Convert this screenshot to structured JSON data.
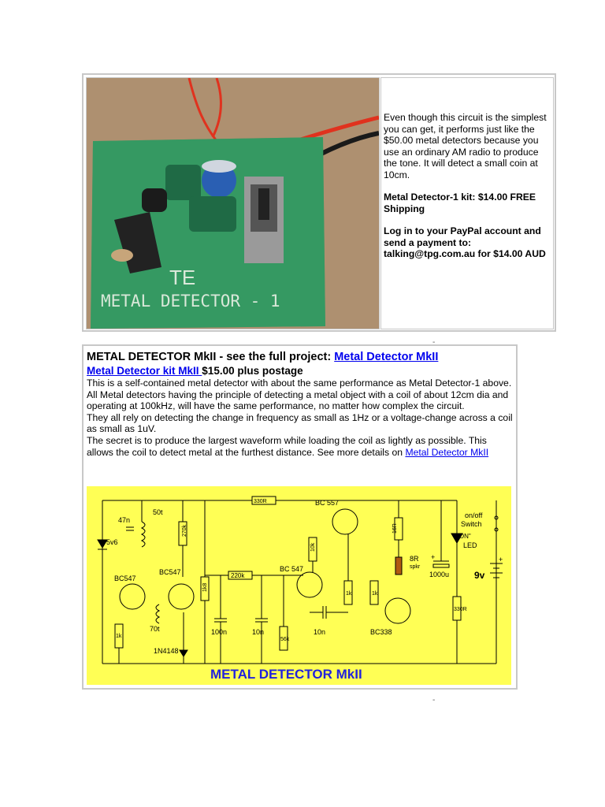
{
  "kit1": {
    "photo_label": "METAL DETECTOR - 1",
    "photo_mark": "TE",
    "description": "Even though this circuit is the simplest you can get, it performs just like the $50.00 metal detectors because you use an ordinary AM radio to produce the tone. It will detect a small coin at 10cm.",
    "price_line": "Metal Detector-1 kit:  $14.00   FREE Shipping",
    "paypal_line": "Log in to your PayPal account and send a payment to: talking@tpg.com.au for $14.00   AUD"
  },
  "dash": "-",
  "mk2": {
    "title_bold": "METAL DETECTOR MkII - see the full project: ",
    "title_link": "Metal Detector MkII ",
    "kit_link": "Metal Detector kit MkII ",
    "kit_price": " $15.00 plus postage",
    "para1": "This is a self-contained metal detector with about the same performance as Metal Detector-1 above.",
    "para2": "All Metal detectors having the principle of detecting a metal object with a coil of about 12cm dia and operating at 100kHz, will have the same performance, no matter how complex the circuit.",
    "para3": "They all rely on detecting the change in frequency as small as 1Hz or a voltage-change across a coil as small as 1uV.",
    "para4": "The secret is to produce the largest waveform while loading the coil as lightly as possible. This allows the coil to detect metal at the furthest distance. See more details on ",
    "para4_link": "Metal Detector MkII "
  },
  "schematic": {
    "title": "METAL DETECTOR MkII",
    "labels": {
      "r330top": "330R",
      "bc557": "BC 557",
      "r16": "16R",
      "onoff": "on/off",
      "switch": "Switch",
      "on": "\"ON\"",
      "led": "LED",
      "c47n": "47n",
      "coil50": "50t",
      "r270k": "270k",
      "zener": "5v6",
      "bc547a": "BC547",
      "bc547b": "BC547",
      "r1k8": "1k8",
      "r220k": "220k",
      "bc547c": "BC 547",
      "r10k": "10k",
      "spk8r": "8R",
      "spkr": "spkr",
      "c1000u": "1000u",
      "batt": "9v",
      "plus1": "+",
      "plus2": "+",
      "coil70": "70t",
      "pot1k": "1k",
      "r1ka": "1k",
      "r1kb": "1k",
      "c100n": "100n",
      "c10na": "10n",
      "c10nb": "10n",
      "r56k": "56k",
      "bc338": "BC338",
      "r330b": "330R",
      "diode": "1N4148"
    }
  },
  "colors": {
    "schematic_bg": "#ffff55",
    "title_blue": "#2222dd",
    "link": "#0000ee"
  }
}
